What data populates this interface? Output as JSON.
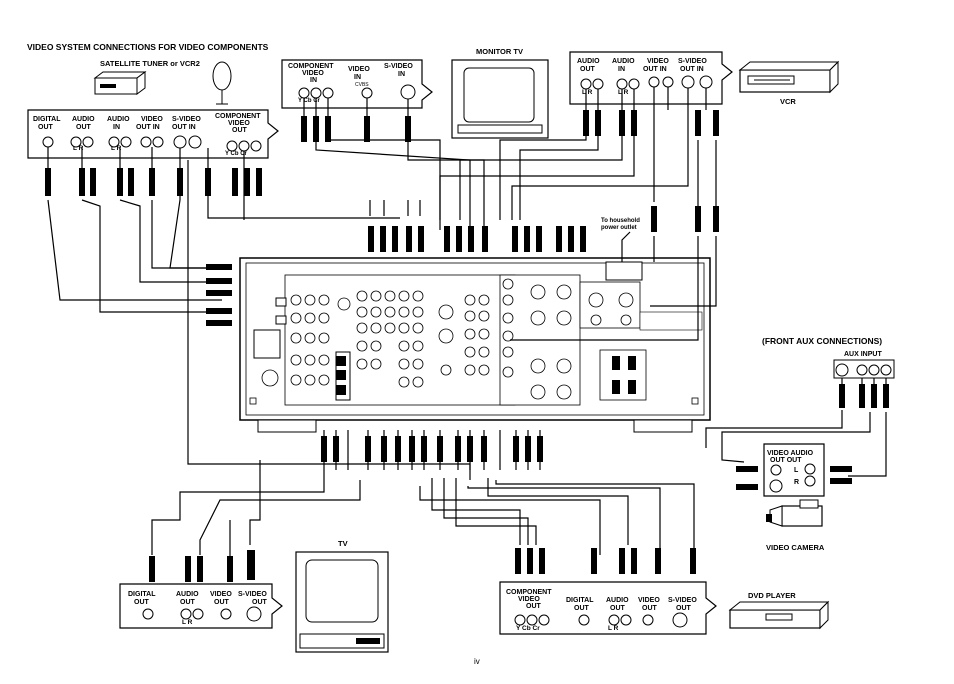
{
  "title": "VIDEO SYSTEM CONNECTIONS FOR VIDEO COMPONENTS",
  "page_number": "iv",
  "devices": {
    "satellite": "SATELLITE TUNER or VCR2",
    "monitor": "MONITOR TV",
    "vcr": "VCR",
    "tv": "TV",
    "dvd": "DVD PLAYER",
    "camera": "VIDEO CAMERA"
  },
  "front_aux": {
    "title": "(FRONT AUX CONNECTIONS)",
    "subtitle": "AUX INPUT"
  },
  "power_note": [
    "To household",
    "power outlet"
  ],
  "labels": {
    "digital_out": [
      "DIGITAL",
      "OUT"
    ],
    "digital_out_tv": [
      "DIGITAL",
      "OUT"
    ],
    "digital_out_dvd": [
      "DIGITAL",
      "OUT"
    ],
    "audio_out": [
      "AUDIO",
      "OUT"
    ],
    "audio_in": [
      "AUDIO",
      "IN"
    ],
    "video_out_in": [
      "VIDEO",
      "OUT IN"
    ],
    "svideo_out_in": [
      "S-VIDEO",
      "OUT IN"
    ],
    "component_video_out": [
      "COMPONENT",
      "VIDEO",
      "OUT"
    ],
    "component_video_in": [
      "COMPONENT",
      "VIDEO",
      "IN"
    ],
    "video_in": [
      "VIDEO",
      "IN"
    ],
    "cvbs": "CVBS",
    "svideo_in": [
      "S-VIDEO",
      "IN"
    ],
    "vcr_audio_out": [
      "AUDIO",
      "OUT"
    ],
    "vcr_audio_in": [
      "AUDIO",
      "IN"
    ],
    "vcr_video": [
      "VIDEO",
      "OUT IN"
    ],
    "vcr_svideo": [
      "S-VIDEO",
      "OUT IN"
    ],
    "tv_audio_out": [
      "AUDIO",
      "OUT"
    ],
    "tv_video_out": [
      "VIDEO",
      "OUT"
    ],
    "tv_svideo_out": [
      "S-VIDEO",
      "OUT"
    ],
    "dvd_component": [
      "COMPONENT",
      "VIDEO",
      "OUT"
    ],
    "dvd_audio_out": [
      "AUDIO",
      "OUT"
    ],
    "dvd_video_out": [
      "VIDEO",
      "OUT"
    ],
    "dvd_svideo_out": [
      "S-VIDEO",
      "OUT"
    ],
    "cam_video_audio": "VIDEO AUDIO",
    "cam_out_out": "OUT   OUT",
    "ycbcr": "Y Cb Cr",
    "lr": "L  R",
    "l": "L",
    "r": "R"
  }
}
